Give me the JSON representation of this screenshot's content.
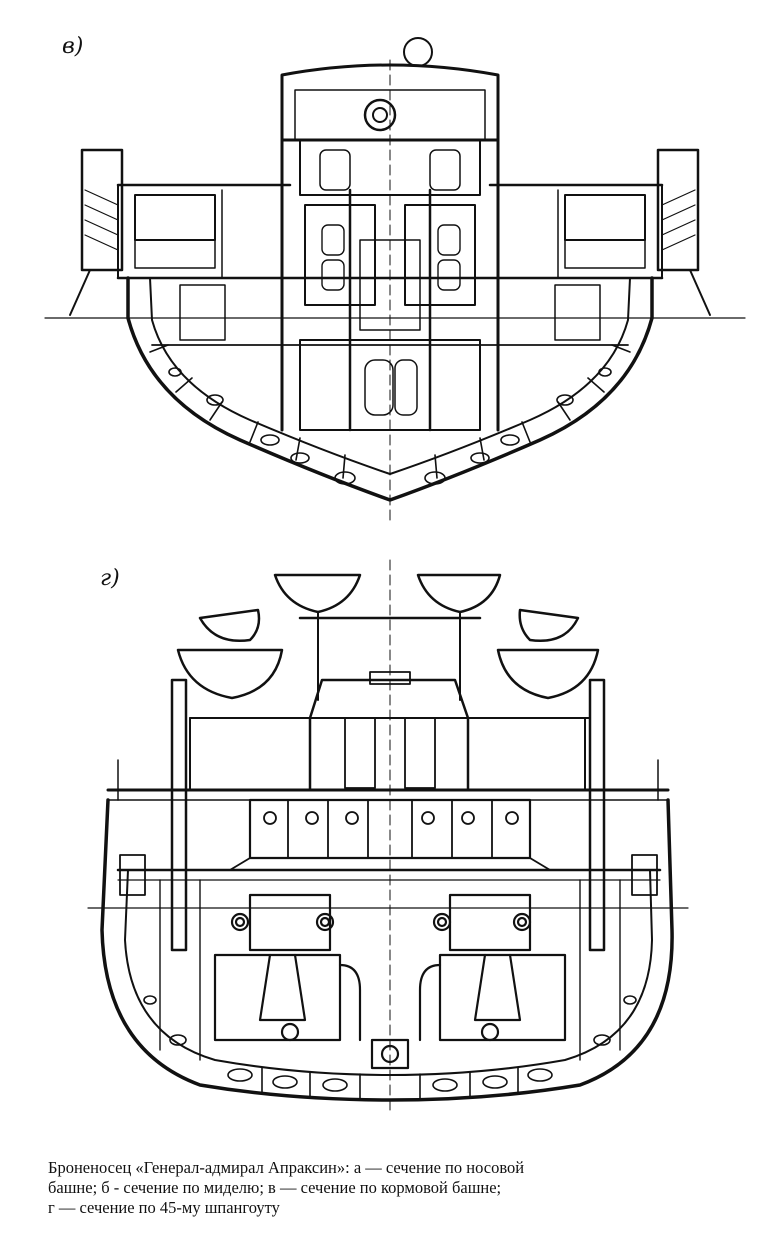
{
  "labels": {
    "section_v": "в)",
    "section_g": "г)"
  },
  "caption": {
    "line1": "Броненосец «Генерал-адмирал Апраксин»: а — сечение по носовой",
    "line2": "башне; б - сечение по миделю; в — сечение по кормовой башне;",
    "line3": "г — сечение по 45-му шпангоуту"
  },
  "colors": {
    "ink": "#111111",
    "paper": "#ffffff"
  }
}
